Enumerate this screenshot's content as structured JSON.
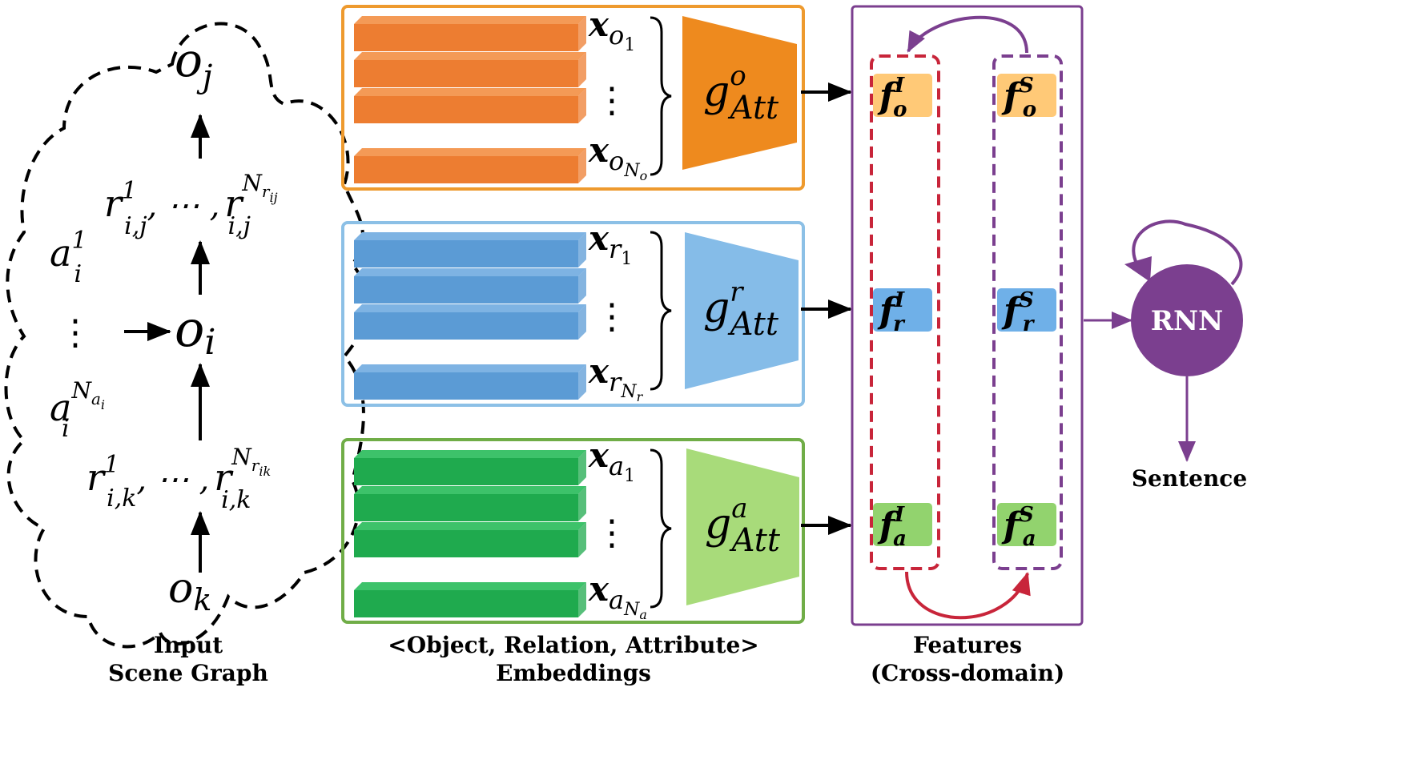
{
  "scene_graph": {
    "nodes": {
      "o_j": {
        "base": "o",
        "sub": "j"
      },
      "o_i": {
        "base": "o",
        "sub": "i"
      },
      "o_k": {
        "base": "o",
        "sub": "k"
      }
    },
    "relations_ij": {
      "first_base": "r",
      "first_sup": "1",
      "first_sub": "i,j",
      "sep": ", ⋯ ,",
      "last_base": "r",
      "last_sup": "N",
      "last_sup_sub": "r",
      "last_sup_subsub": "ij",
      "last_sub": "i,j"
    },
    "relations_ik": {
      "first_base": "r",
      "first_sup": "1",
      "first_sub": "i,k",
      "sep": ", ⋯ ,",
      "last_base": "r",
      "last_sup": "N",
      "last_sup_sub": "r",
      "last_sup_subsub": "ik",
      "last_sub": "i,k"
    },
    "attributes": {
      "first_base": "a",
      "first_sup": "1",
      "first_sub": "i",
      "vdots": "⋮",
      "last_base": "a",
      "last_sup": "N",
      "last_sup_sub": "a",
      "last_sup_subsub": "i",
      "last_sub": "i"
    },
    "caption_line1": "Input",
    "caption_line2": "Scene Graph"
  },
  "embeddings": {
    "object": {
      "first": {
        "base": "x",
        "sub": "o",
        "subsub": "1"
      },
      "last": {
        "base": "x",
        "sub": "o",
        "subsub": "N",
        "subsubsub": "o"
      },
      "vdots": "⋮",
      "att": {
        "base": "g",
        "sup": "o",
        "sub": "Att"
      }
    },
    "relation": {
      "first": {
        "base": "x",
        "sub": "r",
        "subsub": "1"
      },
      "last": {
        "base": "x",
        "sub": "r",
        "subsub": "N",
        "subsubsub": "r"
      },
      "vdots": "⋮",
      "att": {
        "base": "g",
        "sup": "r",
        "sub": "Att"
      }
    },
    "attribute": {
      "first": {
        "base": "x",
        "sub": "a",
        "subsub": "1"
      },
      "last": {
        "base": "x",
        "sub": "a",
        "subsub": "N",
        "subsubsub": "a"
      },
      "vdots": "⋮",
      "att": {
        "base": "g",
        "sup": "a",
        "sub": "Att"
      }
    },
    "caption_line1": "<Object, Relation, Attribute>",
    "caption_line2": "Embeddings"
  },
  "features": {
    "image_domain": [
      {
        "base": "f",
        "sup": "I",
        "sub": "o"
      },
      {
        "base": "f",
        "sup": "I",
        "sub": "r"
      },
      {
        "base": "f",
        "sup": "I",
        "sub": "a"
      }
    ],
    "sentence_domain": [
      {
        "base": "f",
        "sup": "S",
        "sub": "o"
      },
      {
        "base": "f",
        "sup": "S",
        "sub": "r"
      },
      {
        "base": "f",
        "sup": "S",
        "sub": "a"
      }
    ],
    "caption_line1": "Features",
    "caption_line2": "(Cross-domain)"
  },
  "rnn": {
    "label": "RNN",
    "output": "Sentence"
  },
  "colors": {
    "object_dark": "#ED7D31",
    "object_light": "#F49A56",
    "object_att": "#EE8A1E",
    "object_border": "#EE9A2E",
    "object_feature": "#FFC977",
    "relation_dark": "#5B9BD5",
    "relation_light": "#7EB3E3",
    "relation_att": "#85BCE8",
    "relation_border": "#8CC0E6",
    "relation_feature": "#6FB0E8",
    "attribute_dark": "#1FAA4E",
    "attribute_light": "#3DC26A",
    "attribute_att": "#A8DB7A",
    "attribute_border": "#70AD47",
    "attribute_feature": "#92D36E",
    "features_border": "#7B3F8F",
    "image_domain_dash": "#C8253A",
    "sentence_domain_dash": "#7B3F8F",
    "rnn": "#7B3F8F"
  }
}
